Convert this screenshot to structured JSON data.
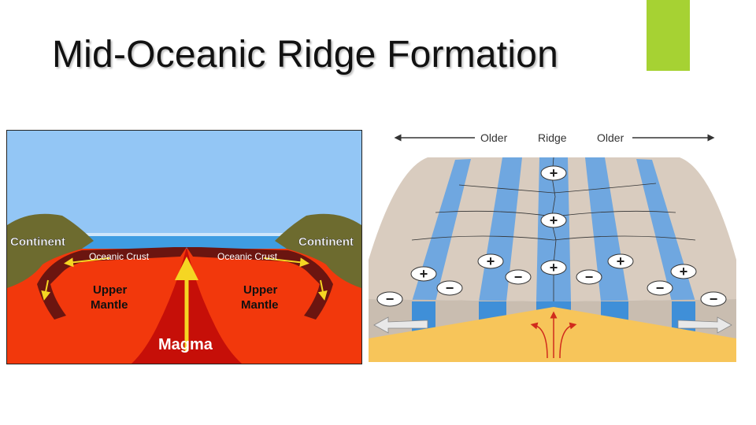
{
  "slide": {
    "title": "Mid-Oceanic Ridge Formation",
    "accent_color": "#a6d233"
  },
  "cross_section": {
    "labels": {
      "continent_left": "Continent",
      "continent_right": "Continent",
      "crust_left": "Oceanic Crust",
      "crust_right": "Oceanic Crust",
      "mantle_left_line1": "Upper",
      "mantle_left_line2": "Mantle",
      "mantle_right_line1": "Upper",
      "mantle_right_line2": "Mantle",
      "magma": "Magma"
    },
    "colors": {
      "sky": "#93c6f5",
      "ocean": "#3f9de2",
      "continent": "#6d6b2f",
      "mantle": "#f2380c",
      "crust": "#6b1510",
      "magma_plume": "#c60f08",
      "arrow": "#f5d623"
    }
  },
  "block_diagram": {
    "header": {
      "older_left": "Older",
      "ridge": "Ridge",
      "older_right": "Older"
    },
    "polarity_symbols": {
      "plus": "+",
      "minus": "−"
    },
    "colors": {
      "normal_stripe": "#6fa7e0",
      "reverse_stripe": "#d9ccbf",
      "sediment": "#f7c55a",
      "arrow_gray": "#d0d0d0",
      "upwelling": "#d12b1c"
    }
  }
}
